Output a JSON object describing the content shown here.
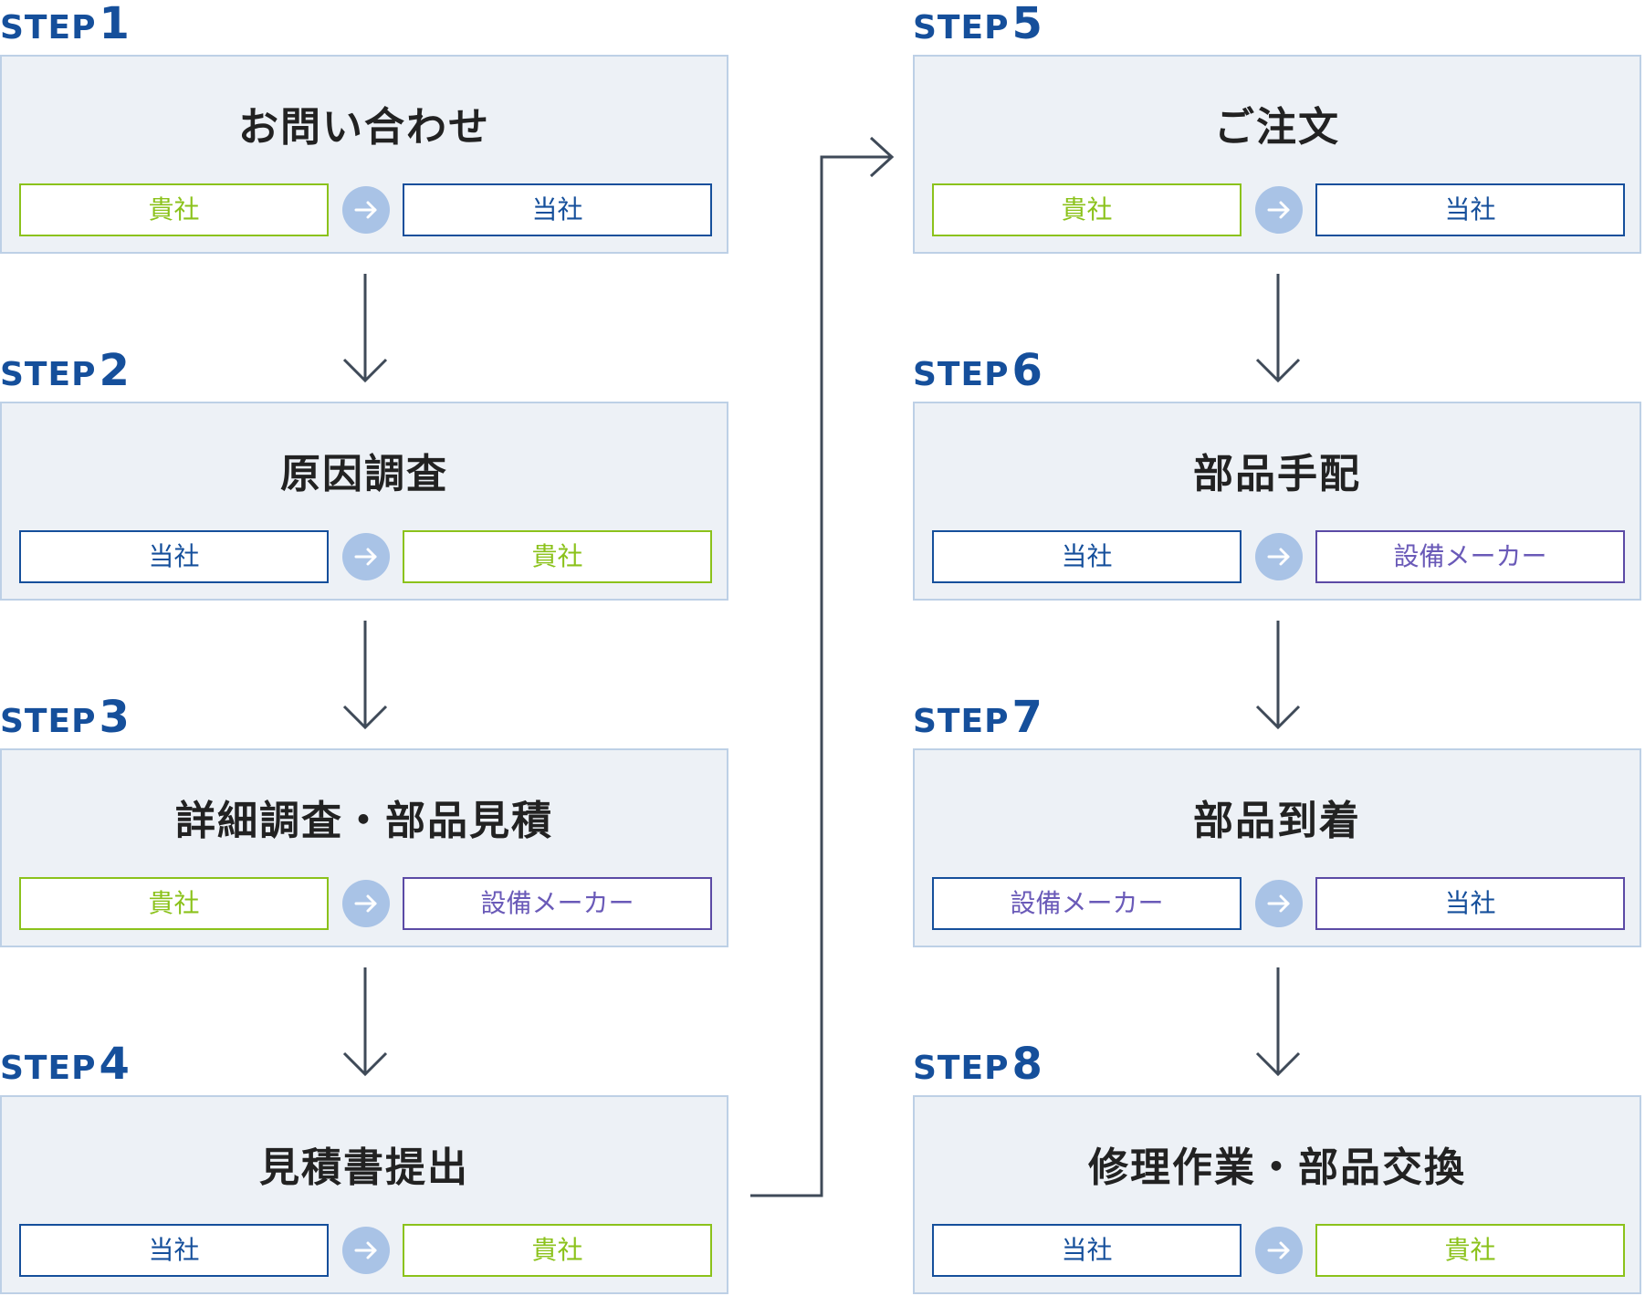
{
  "step_word": "STEP",
  "steps": [
    {
      "num": "1",
      "title": "お問い合わせ",
      "from": "貴社",
      "to": "当社"
    },
    {
      "num": "2",
      "title": "原因調査",
      "from": "当社",
      "to": "貴社"
    },
    {
      "num": "3",
      "title": "詳細調査・部品見積",
      "from": "貴社",
      "to": "設備メーカー"
    },
    {
      "num": "4",
      "title": "見積書提出",
      "from": "当社",
      "to": "貴社"
    },
    {
      "num": "5",
      "title": "ご注文",
      "from": "貴社",
      "to": "当社"
    },
    {
      "num": "6",
      "title": "部品手配",
      "from": "当社",
      "to": "設備メーカー"
    },
    {
      "num": "7",
      "title": "部品到着",
      "from": "設備メーカー",
      "to": "当社"
    },
    {
      "num": "8",
      "title": "修理作業・部品交換",
      "from": "当社",
      "to": "貴社"
    }
  ],
  "colors": {
    "step_label": "#154f9b",
    "card_bg": "#edf1f6",
    "card_border": "#bdd0e6",
    "client_green": "#8bc21b",
    "company_blue": "#154f9b",
    "maker_purple": "#5b4aa5",
    "arrow_circle": "#a9c3e6",
    "connector": "#3f4a58"
  },
  "icons": {
    "flow": "arrow-right-circle-icon",
    "connector": "arrow-down-icon"
  }
}
